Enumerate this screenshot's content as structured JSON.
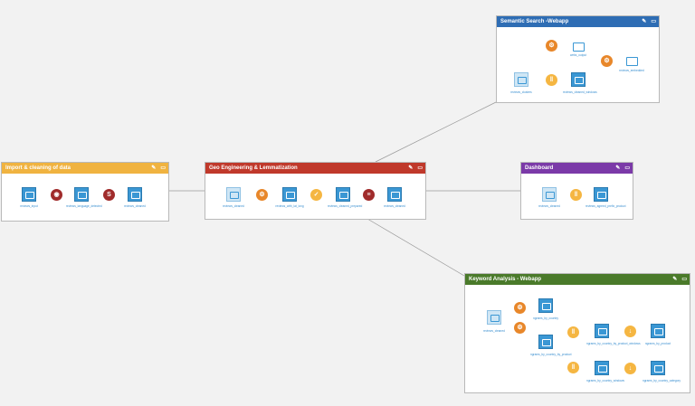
{
  "zones": {
    "import": {
      "title": "Import & cleaning of data",
      "color": "#f0b340",
      "labels": [
        "reviews_input",
        "reviews_language_detected",
        "reviews_cleaned"
      ]
    },
    "geo": {
      "title": "Geo Engineering & Lemmatization",
      "color": "#c0392b",
      "labels": [
        "reviews_cleaned",
        "reviews_with_lat_long",
        "reviews_cleaned_prepared",
        "reviews_cleaned"
      ]
    },
    "semantic": {
      "title": "Semantic Search -Webapp",
      "color": "#2e6db4",
      "labels": [
        "webs_output",
        "reviews_embedded",
        "reviews_clusters",
        "reviews_cleaned_windows"
      ]
    },
    "dashboard": {
      "title": "Dashboard",
      "color": "#7b3aa8",
      "labels": [
        "reviews_cleaned",
        "reviews_agreed_prefix_product"
      ]
    },
    "keyword": {
      "title": "Keyword Analysis - Webapp",
      "color": "#4a7a2a",
      "labels": [
        "reviews_cleaned",
        "ngrams_by_country",
        "ngrams_by_country_by_product",
        "ngrams_by_country_by_product_windows",
        "ngrams_by_product",
        "ngrams_by_country_windows",
        "ngrams_by_country_category"
      ]
    }
  },
  "icons": {
    "edit": "✎",
    "window": "▭"
  },
  "recipe_colors": {
    "python": "#e8872a",
    "group": "#f5b642",
    "prepare": "#a02b2b",
    "window": "#f5b642"
  }
}
